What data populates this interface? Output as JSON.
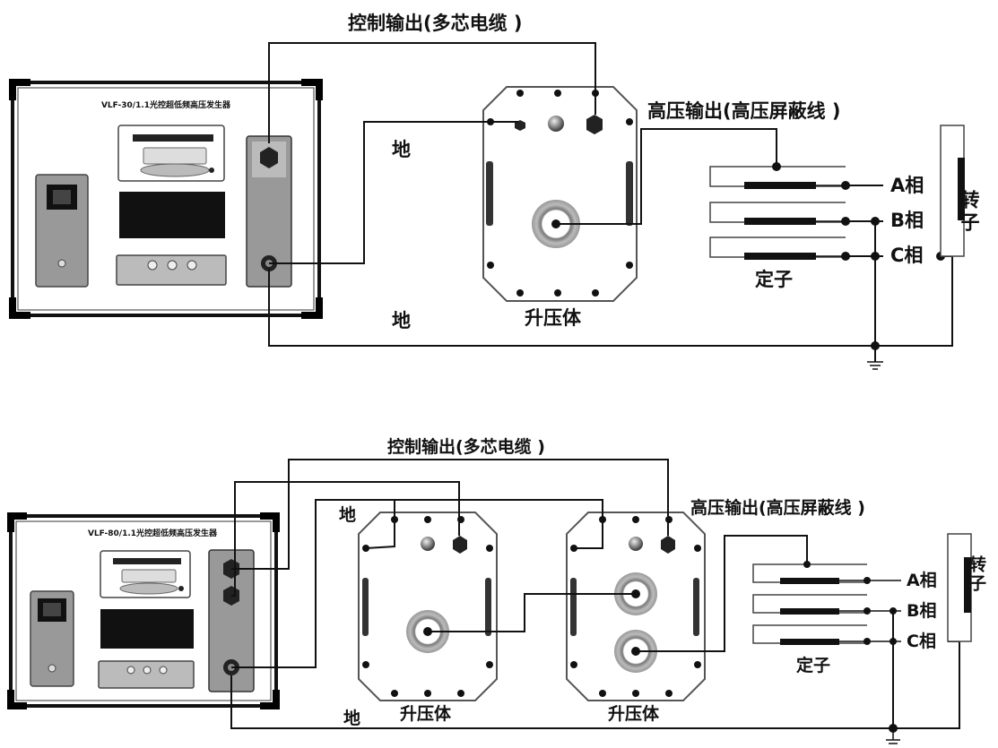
{
  "top": {
    "control_output": "控制输出(多芯电缆 )",
    "hv_output": "高压输出(高压屏蔽线 )",
    "ground_a": "地",
    "ground_b": "地",
    "instrument_title": "VLF-30/1.1光控超低频高压发生器",
    "booster": "升压体",
    "stator": "定子",
    "rotor": "转子",
    "phase_a": "A相",
    "phase_b": "B相",
    "phase_c": "C相"
  },
  "bottom": {
    "control_output": "控制输出(多芯电缆 )",
    "hv_output": "高压输出(高压屏蔽线 )",
    "ground_a": "地",
    "ground_b": "地",
    "instrument_title": "VLF-80/1.1光控超低频高压发生器",
    "booster_1": "升压体",
    "booster_2": "升压体",
    "stator": "定子",
    "rotor": "转子",
    "phase_a": "A相",
    "phase_b": "B相",
    "phase_c": "C相"
  }
}
